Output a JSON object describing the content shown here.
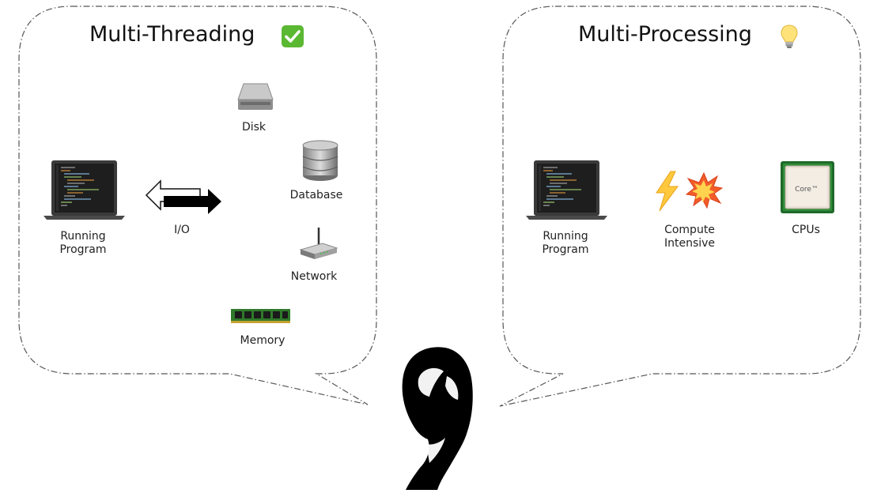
{
  "left_panel": {
    "title": "Multi-Threading",
    "title_icon": "check-mark-button-icon",
    "program_label": [
      "Running",
      "Program"
    ],
    "io_label": "I/O",
    "resources": [
      {
        "label": "Disk",
        "icon": "hard-disk-icon"
      },
      {
        "label": "Database",
        "icon": "database-icon"
      },
      {
        "label": "Network",
        "icon": "router-icon"
      },
      {
        "label": "Memory",
        "icon": "ram-stick-icon"
      }
    ]
  },
  "right_panel": {
    "title": "Multi-Processing",
    "title_icon": "light-bulb-icon",
    "program_label": [
      "Running",
      "Program"
    ],
    "compute_label": [
      "Compute",
      "Intensive"
    ],
    "compute_icons": [
      "lightning-icon",
      "collision-icon"
    ],
    "cpu_label": "CPUs",
    "cpu_chip_text": "Core™"
  },
  "thinker_icon": "head-silhouette-icon",
  "colors": {
    "bubble_stroke": "#555555",
    "check_green": "#5bb832",
    "laptop_body": "#3a3a3a"
  }
}
